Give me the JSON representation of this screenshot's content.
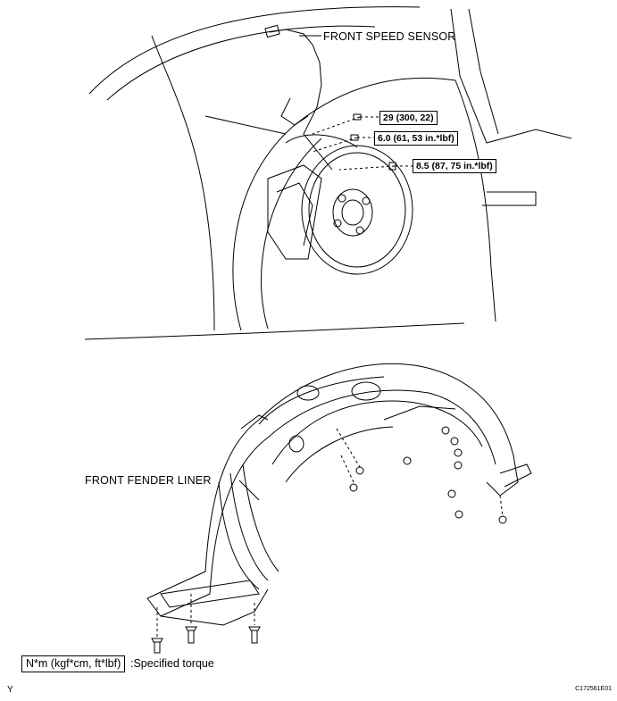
{
  "labels": {
    "front_speed_sensor": "FRONT SPEED SENSOR",
    "front_fender_liner": "FRONT FENDER LINER"
  },
  "torque": {
    "t1": "29 (300, 22)",
    "t2": "6.0 (61, 53 in.*lbf)",
    "t3": "8.5 (87, 75 in.*lbf)"
  },
  "legend": {
    "unit_box": "N*m (kgf*cm, ft*lbf)",
    "description": ":Specified torque"
  },
  "corner": {
    "left_mark": "Y",
    "figure_code": "C172561E01"
  }
}
